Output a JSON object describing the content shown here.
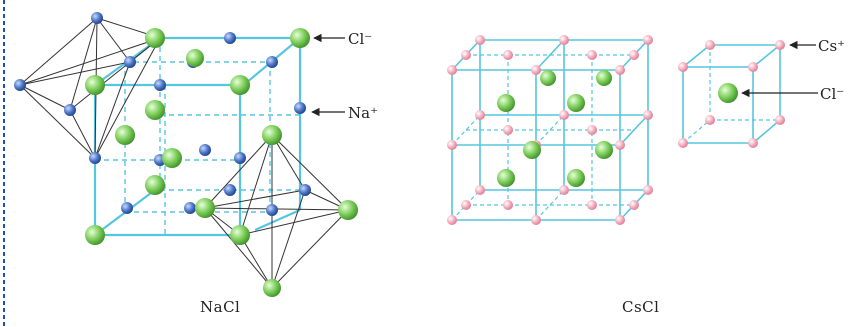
{
  "colors": {
    "green_atom": "#7ccd5a",
    "blue_atom": "#4d78c6",
    "pink_atom": "#f3a7b8",
    "edge_cyan": "#55c6e0",
    "border_blue": "#1f4fbf",
    "ink": "#222222"
  },
  "nacl": {
    "caption": "NaCl",
    "labels": {
      "cl": "Cl⁻",
      "na": "Na⁺"
    }
  },
  "cscl": {
    "caption": "CsCl",
    "labels": {
      "cs": "Cs⁺",
      "cl": "Cl⁻"
    }
  }
}
